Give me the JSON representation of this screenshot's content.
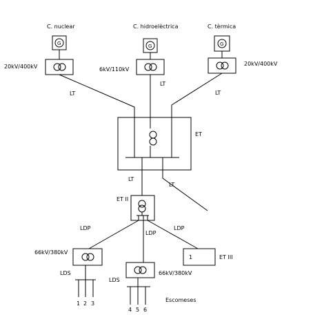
{
  "plants": {
    "nuclear": {
      "label": "C. nuclear",
      "generator_symbol": "G",
      "transformer_ratio": "20kV/400kV",
      "line_label": "LT"
    },
    "hydro": {
      "label": "C. hidroelèctrica",
      "generator_symbol": "G",
      "transformer_ratio": "6kV/110kV",
      "line_label": "LT"
    },
    "thermal": {
      "label": "C. tèrmica",
      "generator_symbol": "G",
      "transformer_ratio": "20kV/400kV",
      "line_label": "LT"
    }
  },
  "et_main": {
    "label": "ET",
    "out_line_1": "LT",
    "out_line_2": "LT"
  },
  "et_ii": {
    "label": "ET II",
    "ldp_left": "LDP",
    "ldp_center": "LDP",
    "ldp_right": "LDP"
  },
  "sub_left": {
    "transformer_ratio": "66kV/380kV",
    "lds_label": "LDS",
    "outputs": [
      "1",
      "2",
      "3"
    ]
  },
  "sub_center": {
    "transformer_ratio": "66kV/380kV",
    "lds_label": "LDS",
    "outputs": [
      "4",
      "5",
      "6"
    ],
    "outputs_label": "Escomeses"
  },
  "et_iii": {
    "label": "ET III",
    "box_text": "1"
  }
}
